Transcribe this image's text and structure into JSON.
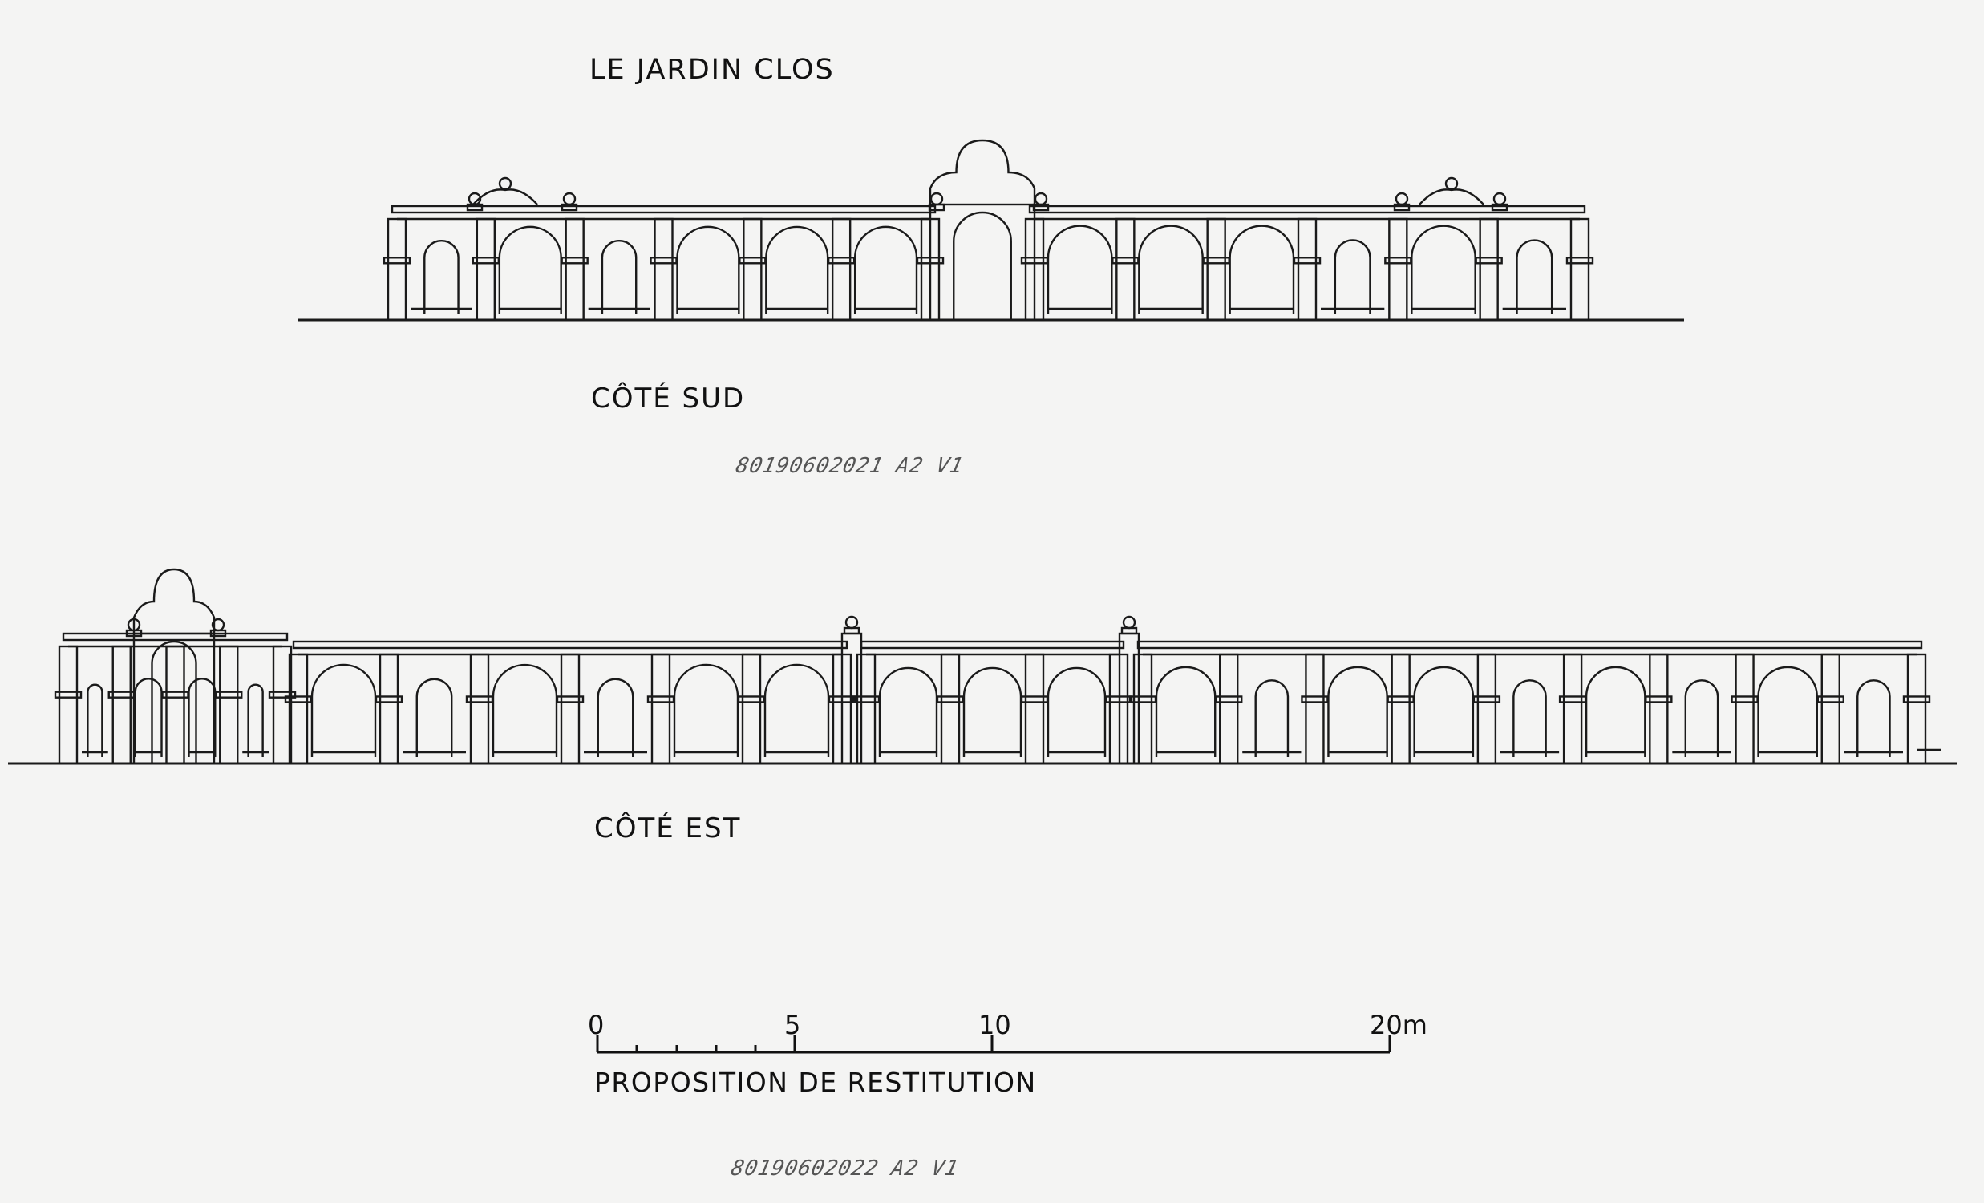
{
  "title": "LE JARDIN CLOS",
  "views": [
    {
      "caption": "CÔTÉ SUD",
      "reference": "80190602021 A2 V1"
    },
    {
      "caption": "CÔTÉ EST",
      "reference": "80190602022 A2 V1"
    }
  ],
  "scale_bar": {
    "labels": [
      "0",
      "5",
      "10",
      "20m"
    ],
    "unit": "m",
    "max": 20
  },
  "caption": "PROPOSITION DE RESTITUTION"
}
